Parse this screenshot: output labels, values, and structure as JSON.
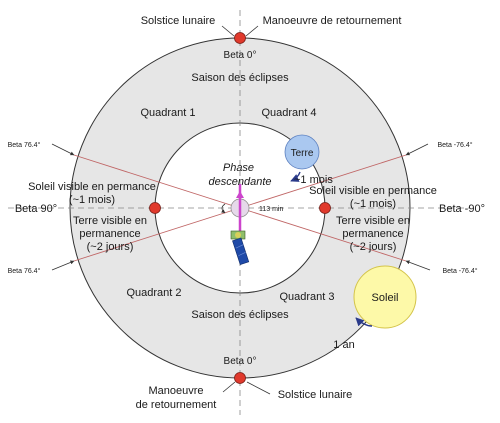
{
  "colors": {
    "outer_ring": "#e6e6e6",
    "inner_field": "#ffffff",
    "stroke": "#333333",
    "node": "#e0392c",
    "earth": "#aac8f0",
    "sun": "#fdf9a8",
    "sun_edge": "#d4c44a",
    "moon_track": "#cc44cc",
    "sector_line": "#c06666"
  },
  "labels": {
    "top_left": "Solstice lunaire",
    "top_right": "Manoeuvre de retournement",
    "beta_top": "Beta 0°",
    "eclipse_top": "Saison des éclipses",
    "quadrant_1": "Quadrant 1",
    "quadrant_4": "Quadrant 4",
    "quadrant_2": "Quadrant 2",
    "quadrant_3": "Quadrant 3",
    "phase": "Phase descendante",
    "earth": "Terre",
    "moon_period": "~1 mois",
    "duration": "113 min",
    "left_sun_line1": "Soleil visible en permance",
    "left_sun_line2": "(~1 mois)",
    "right_sun_line1": "Soleil visible en permance",
    "right_sun_line2": "(~1 mois)",
    "left_earth_line1": "Terre visible en",
    "left_earth_line2": "permanence",
    "left_earth_line3": "(~2 jours)",
    "right_earth_line1": "Terre visible en",
    "right_earth_line2": "permanence",
    "right_earth_line3": "(~2 jours)",
    "beta_left": "Beta 90°",
    "beta_right": "Beta -90°",
    "beta_ul": "Beta 76.4°",
    "beta_ll": "Beta 76.4°",
    "beta_ur": "Beta -76.4°",
    "beta_lr": "Beta -76.4°",
    "eclipse_bottom": "Saison des éclipses",
    "sun": "Soleil",
    "sun_period": "1 an",
    "beta_bottom": "Beta 0°",
    "bottom_left_line1": "Manoeuvre",
    "bottom_left_line2": "de retournement",
    "bottom_right": "Solstice lunaire"
  }
}
